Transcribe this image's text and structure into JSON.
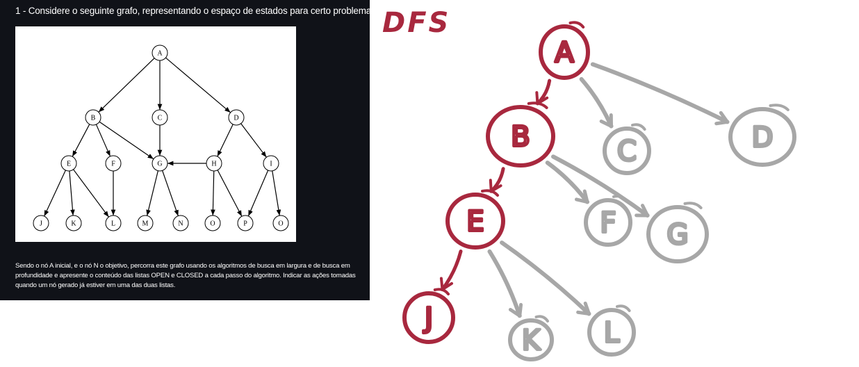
{
  "question": {
    "title": "1 - Considere o seguinte grafo, representando o espaço de estados para certo problema:",
    "instructions": "Sendo o nó A inicial, e o nó N o objetivo, percorra este grafo usando os algoritmos de busca em largura e de busca em profundidade e apresente o conteúdo das listas OPEN e CLOSED a cada passo do algoritmo. Indicar as ações tomadas quando um nó gerado já estiver em uma das duas listas."
  },
  "graph": {
    "nodes": [
      {
        "id": "A",
        "label": "A"
      },
      {
        "id": "B",
        "label": "B"
      },
      {
        "id": "C",
        "label": "C"
      },
      {
        "id": "D",
        "label": "D"
      },
      {
        "id": "E",
        "label": "E"
      },
      {
        "id": "F",
        "label": "F"
      },
      {
        "id": "G",
        "label": "G"
      },
      {
        "id": "H",
        "label": "H"
      },
      {
        "id": "I",
        "label": "I"
      },
      {
        "id": "J",
        "label": "J"
      },
      {
        "id": "K",
        "label": "K"
      },
      {
        "id": "L",
        "label": "L"
      },
      {
        "id": "M",
        "label": "M"
      },
      {
        "id": "N",
        "label": "N"
      },
      {
        "id": "O",
        "label": "O"
      },
      {
        "id": "P",
        "label": "P"
      },
      {
        "id": "Q",
        "label": "O"
      }
    ],
    "edges": [
      [
        "A",
        "B"
      ],
      [
        "A",
        "C"
      ],
      [
        "A",
        "D"
      ],
      [
        "B",
        "E"
      ],
      [
        "B",
        "F"
      ],
      [
        "B",
        "G"
      ],
      [
        "C",
        "G"
      ],
      [
        "D",
        "H"
      ],
      [
        "D",
        "I"
      ],
      [
        "H",
        "G"
      ],
      [
        "E",
        "J"
      ],
      [
        "E",
        "K"
      ],
      [
        "E",
        "L"
      ],
      [
        "F",
        "L"
      ],
      [
        "G",
        "M"
      ],
      [
        "G",
        "N"
      ],
      [
        "H",
        "O"
      ],
      [
        "H",
        "P"
      ],
      [
        "I",
        "P"
      ],
      [
        "I",
        "Q"
      ]
    ]
  },
  "dfs_sketch": {
    "title": "DFS",
    "colors": {
      "visited": "#a8283e",
      "unvisited": "#a7a7a7"
    },
    "nodes": [
      {
        "id": "A",
        "label": "A",
        "visited": true
      },
      {
        "id": "B",
        "label": "B",
        "visited": true
      },
      {
        "id": "C",
        "label": "C",
        "visited": false
      },
      {
        "id": "D",
        "label": "D",
        "visited": false
      },
      {
        "id": "E",
        "label": "E",
        "visited": true
      },
      {
        "id": "F",
        "label": "F",
        "visited": false
      },
      {
        "id": "G",
        "label": "G",
        "visited": false
      },
      {
        "id": "J",
        "label": "J",
        "visited": true
      },
      {
        "id": "K",
        "label": "K",
        "visited": false
      },
      {
        "id": "L",
        "label": "L",
        "visited": false
      }
    ],
    "edges": [
      {
        "from": "A",
        "to": "B",
        "visited": true
      },
      {
        "from": "A",
        "to": "C",
        "visited": false
      },
      {
        "from": "A",
        "to": "D",
        "visited": false
      },
      {
        "from": "B",
        "to": "E",
        "visited": true
      },
      {
        "from": "B",
        "to": "F",
        "visited": false
      },
      {
        "from": "B",
        "to": "G",
        "visited": false
      },
      {
        "from": "E",
        "to": "J",
        "visited": true
      },
      {
        "from": "E",
        "to": "K",
        "visited": false
      },
      {
        "from": "E",
        "to": "L",
        "visited": false
      }
    ]
  }
}
